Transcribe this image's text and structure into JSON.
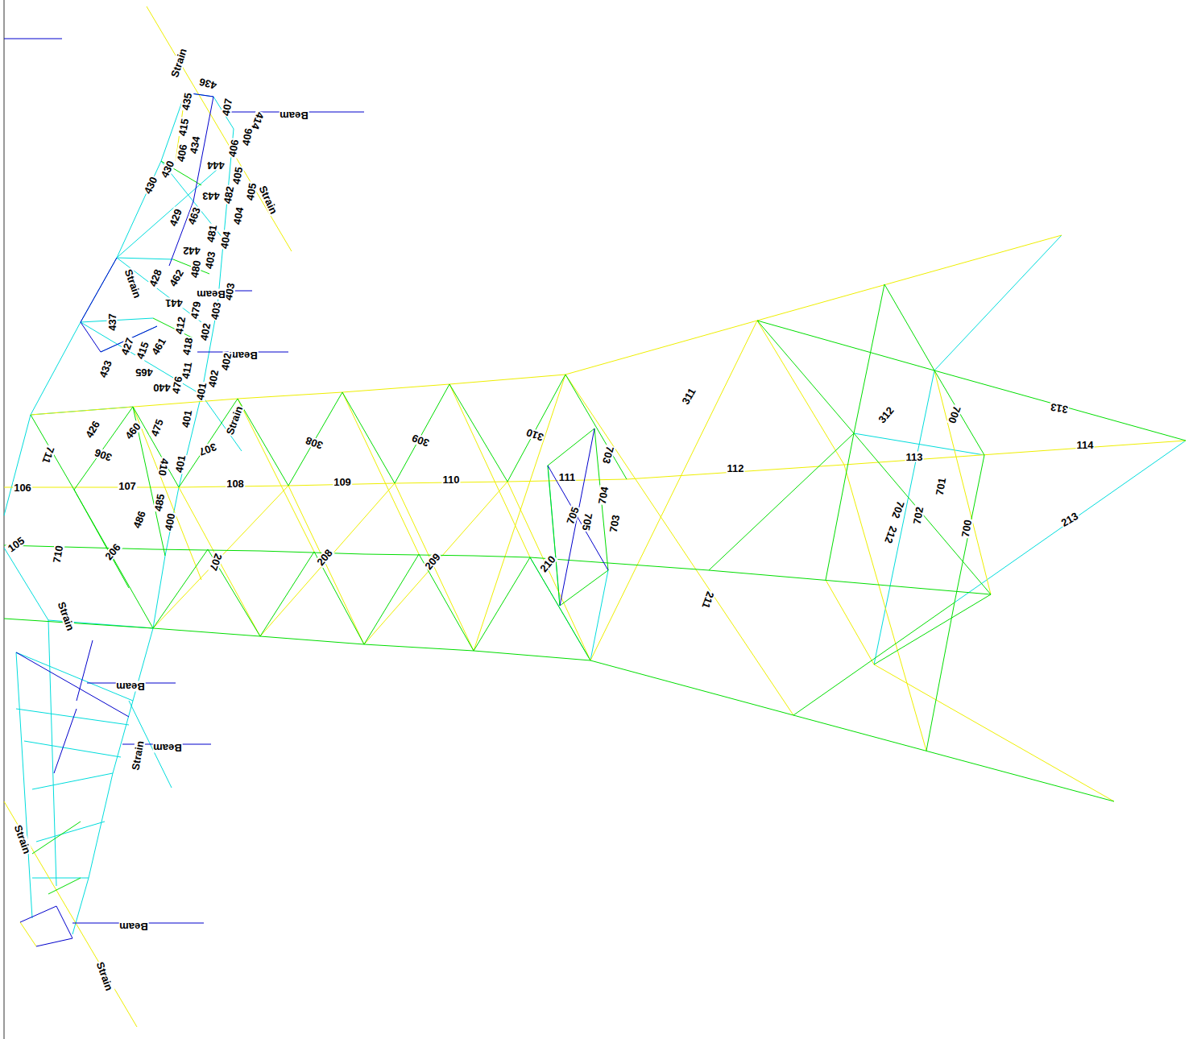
{
  "diagram": {
    "labels": [
      "Strain",
      "436",
      "435",
      "407",
      "Beam",
      "414",
      "415",
      "406",
      "434",
      "406",
      "406",
      "430",
      "430",
      "405",
      "405",
      "Strain",
      "444",
      "443",
      "482",
      "404",
      "404",
      "429",
      "463",
      "481",
      "442",
      "403",
      "480",
      "403",
      "403",
      "462",
      "428",
      "Strain",
      "Beam",
      "441",
      "479",
      "437",
      "402",
      "412",
      "427",
      "415",
      "461",
      "418",
      "Beam",
      "402",
      "411",
      "402",
      "433",
      "465",
      "440",
      "476",
      "401",
      "401",
      "Strain",
      "426",
      "460",
      "475",
      "307",
      "306",
      "711",
      "410",
      "401",
      "106",
      "107",
      "108",
      "485",
      "486",
      "400",
      "308",
      "309",
      "310",
      "311",
      "109",
      "110",
      "111",
      "112",
      "703",
      "704",
      "703",
      "705",
      "705",
      "312",
      "700",
      "313",
      "113",
      "114",
      "701",
      "702",
      "702",
      "212",
      "700",
      "213",
      "105",
      "710",
      "206",
      "207",
      "208",
      "209",
      "210",
      "211",
      "Strain",
      "Beam",
      "Beam",
      "Strain",
      "Strain",
      "Beam",
      "Strain"
    ]
  }
}
